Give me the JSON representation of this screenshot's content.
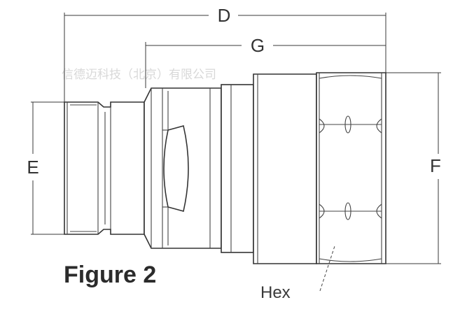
{
  "figure": {
    "caption": "Figure 2",
    "dimensions": {
      "overall_length": "D",
      "body_length": "G",
      "plug_diameter": "E",
      "hex_across_corners": "F"
    },
    "callout": "Hex",
    "watermark": "信德迈科技（北京）有限公司"
  }
}
